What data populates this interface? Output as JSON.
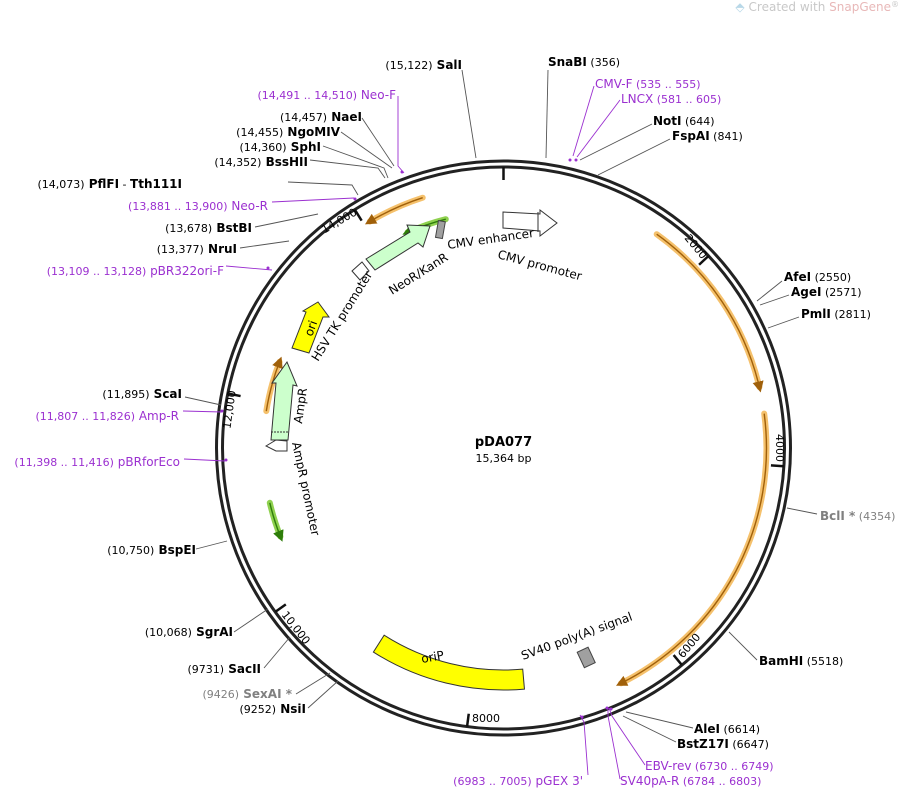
{
  "watermark": {
    "prefix": "Created with ",
    "brand": "SnapGene",
    "reg": "®"
  },
  "plasmid": {
    "name": "pDA077",
    "length_label": "15,364 bp",
    "length": 15364
  },
  "tick_labels": [
    {
      "pos": 2000,
      "text": "2000"
    },
    {
      "pos": 4000,
      "text": "4000"
    },
    {
      "pos": 6000,
      "text": "6000"
    },
    {
      "pos": 8000,
      "text": "8000"
    },
    {
      "pos": 10000,
      "text": "10,000"
    },
    {
      "pos": 12000,
      "text": "12,000"
    },
    {
      "pos": 14000,
      "text": "14,000"
    }
  ],
  "enzymes": [
    {
      "name": "SalI",
      "pos": "(15,122)",
      "color": "#000000"
    },
    {
      "name": "SnaBI",
      "pos": "(356)",
      "color": "#000000"
    },
    {
      "name": "NotI",
      "pos": "(644)",
      "color": "#000000"
    },
    {
      "name": "FspAI",
      "pos": "(841)",
      "color": "#000000"
    },
    {
      "name": "AfeI",
      "pos": "(2550)",
      "color": "#000000"
    },
    {
      "name": "AgeI",
      "pos": "(2571)",
      "color": "#000000"
    },
    {
      "name": "PmlI",
      "pos": "(2811)",
      "color": "#000000"
    },
    {
      "name": "BclI *",
      "pos": "(4354)",
      "color": "#808080"
    },
    {
      "name": "BamHI",
      "pos": "(5518)",
      "color": "#000000"
    },
    {
      "name": "AleI",
      "pos": "(6614)",
      "color": "#000000"
    },
    {
      "name": "BstZ17I",
      "pos": "(6647)",
      "color": "#000000"
    },
    {
      "name": "NsiI",
      "pos": "(9252)",
      "color": "#000000"
    },
    {
      "name": "SexAI *",
      "pos": "(9426)",
      "color": "#808080"
    },
    {
      "name": "SacII",
      "pos": "(9731)",
      "color": "#000000"
    },
    {
      "name": "SgrAI",
      "pos": "(10,068)",
      "color": "#000000"
    },
    {
      "name": "BspEI",
      "pos": "(10,750)",
      "color": "#000000"
    },
    {
      "name": "ScaI",
      "pos": "(11,895)",
      "color": "#000000"
    },
    {
      "name": "NruI",
      "pos": "(13,377)",
      "color": "#000000"
    },
    {
      "name": "BstBI",
      "pos": "(13,678)",
      "color": "#000000"
    },
    {
      "name": "PflFI",
      "name2": "Tth111I",
      "pos": "(14,073)",
      "color": "#000000"
    },
    {
      "name": "BssHII",
      "pos": "(14,352)",
      "color": "#000000"
    },
    {
      "name": "SphI",
      "pos": "(14,360)",
      "color": "#000000"
    },
    {
      "name": "NgoMIV",
      "pos": "(14,455)",
      "color": "#000000"
    },
    {
      "name": "NaeI",
      "pos": "(14,457)",
      "color": "#000000"
    }
  ],
  "primers": [
    {
      "name": "Neo-F",
      "range": "(14,491 .. 14,510)"
    },
    {
      "name": "CMV-F",
      "range": "(535 .. 555)"
    },
    {
      "name": "LNCX",
      "range": "(581 .. 605)"
    },
    {
      "name": "Neo-R",
      "range": "(13,881 .. 13,900)"
    },
    {
      "name": "pBR322ori-F",
      "range": "(13,109 .. 13,128)"
    },
    {
      "name": "Amp-R",
      "range": "(11,807 .. 11,826)"
    },
    {
      "name": "pBRforEco",
      "range": "(11,398 .. 11,416)"
    },
    {
      "name": "EBV-rev",
      "range": "(6730 .. 6749)"
    },
    {
      "name": "SV40pA-R",
      "range": "(6784 .. 6803)"
    },
    {
      "name": "pGEX 3'",
      "range": "(6983 .. 7005)"
    }
  ],
  "features": [
    {
      "label": "CMV enhancer"
    },
    {
      "label": "CMV promoter"
    },
    {
      "label": "NeoR/KanR"
    },
    {
      "label": "HSV TK promoter"
    },
    {
      "label": "ori"
    },
    {
      "label": "AmpR"
    },
    {
      "label": "AmpR promoter"
    },
    {
      "label": "oriP"
    },
    {
      "label": "SV40 poly(A) signal"
    }
  ],
  "colors": {
    "primer": "#9b30d0",
    "orf_orange": "#f5c16c",
    "orf_line": "#a0600a",
    "green_orf": "#8fd14f",
    "green_line": "#2e7d0a",
    "yellow": "#ffff00",
    "pale_green": "#ccffcc",
    "white_feature": "#ffffff",
    "gray_feature": "#a0a0a0"
  }
}
